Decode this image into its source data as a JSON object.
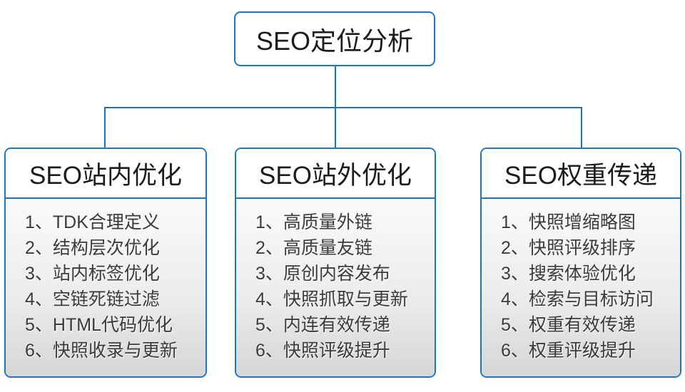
{
  "colors": {
    "border_blue": "#1d76c2",
    "line_blue": "#1a74bd",
    "list_top": "#fafafa",
    "list_bottom": "#d6d6d6"
  },
  "diagram": {
    "root": {
      "label": "SEO定位分析"
    },
    "columns": [
      {
        "title": "SEO站内优化",
        "items": [
          "1、TDK合理定义",
          "2、结构层次优化",
          "3、站内标签优化",
          "4、空链死链过滤",
          "5、HTML代码优化",
          "6、快照收录与更新"
        ]
      },
      {
        "title": "SEO站外优化",
        "items": [
          "1、高质量外链",
          "2、高质量友链",
          "3、原创内容发布",
          "4、快照抓取与更新",
          "5、内连有效传递",
          "6、快照评级提升"
        ]
      },
      {
        "title": "SEO权重传递",
        "items": [
          "1、快照增缩略图",
          "2、快照评级排序",
          "3、搜索体验优化",
          "4、检索与目标访问",
          "5、权重有效传递",
          "6、权重评级提升"
        ]
      }
    ]
  }
}
